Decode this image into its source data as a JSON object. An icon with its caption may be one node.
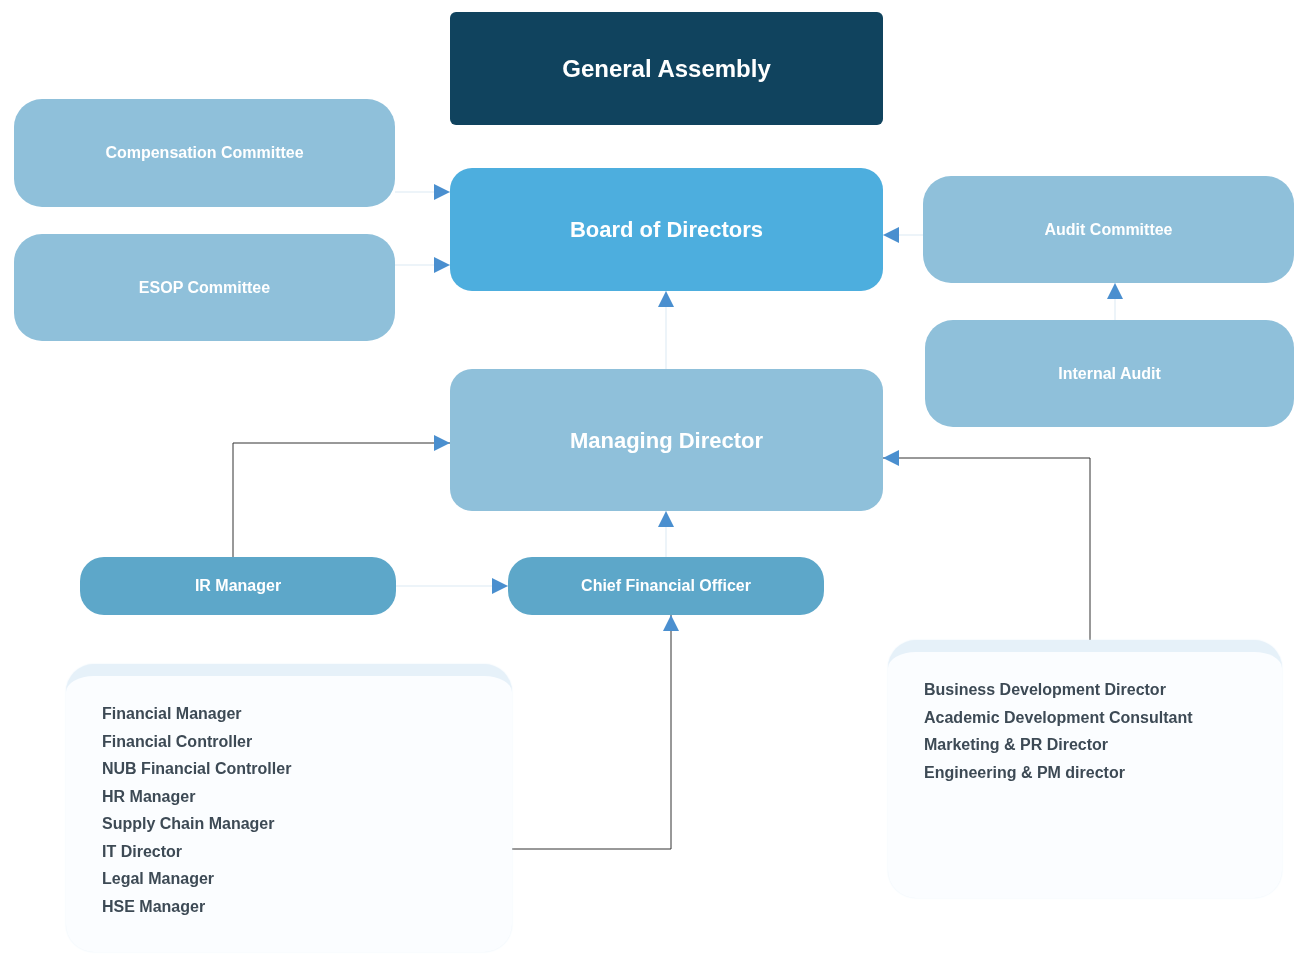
{
  "diagram": {
    "nodes": [
      {
        "text": [
          "General Assembly"
        ]
      },
      {
        "text": [
          "Compensation Committee"
        ]
      },
      {
        "text": [
          "ESOP Committee"
        ]
      },
      {
        "text": [
          "Board of Directors"
        ]
      },
      {
        "text": [
          "Audit Committee"
        ]
      },
      {
        "text": [
          "Internal Audit"
        ]
      },
      {
        "text": [
          "Managing Director"
        ]
      },
      {
        "text": [
          "IR Manager"
        ]
      },
      {
        "text": [
          "Chief Financial Officer"
        ]
      },
      {
        "text": [
          "Financial Manager",
          "Financial Controller",
          "NUB Financial Controller",
          "HR Manager",
          "Supply Chain Manager",
          "IT Director",
          "Legal Manager",
          "HSE Manager"
        ]
      },
      {
        "text": [
          "Business Development Director",
          "Academic Development Consultant",
          "Marketing & PR Director",
          "Engineering & PM director"
        ]
      }
    ],
    "edges": [
      {
        "from": 1,
        "to": 3,
        "arrow": "to"
      },
      {
        "from": 2,
        "to": 3,
        "arrow": "to"
      },
      {
        "from": 4,
        "to": 3,
        "arrow": "to"
      },
      {
        "from": 5,
        "to": 4,
        "arrow": "to"
      },
      {
        "from": 6,
        "to": 3,
        "arrow": "to"
      },
      {
        "from": 8,
        "to": 6,
        "arrow": "to"
      },
      {
        "from": 7,
        "to": 8,
        "arrow": "to"
      },
      {
        "from": 7,
        "to": 6,
        "arrow": "to",
        "color": "#333333"
      },
      {
        "from": 9,
        "to": 8,
        "arrow": "to",
        "color": "#333333"
      },
      {
        "from": 10,
        "to": 6,
        "arrow": "to",
        "color": "#333333"
      }
    ]
  }
}
